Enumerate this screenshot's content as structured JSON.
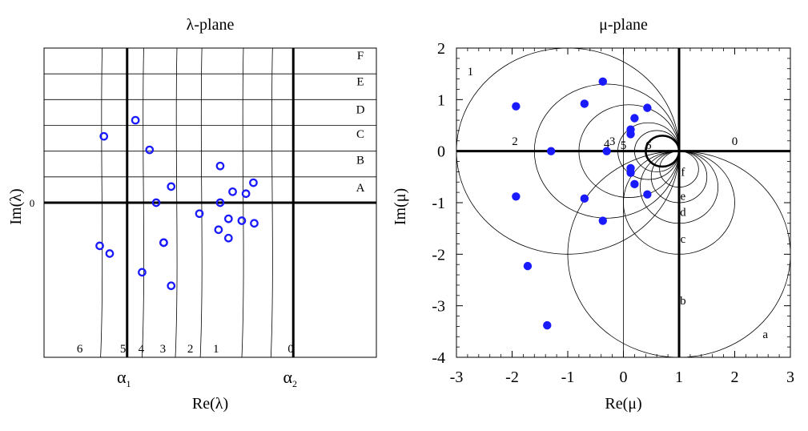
{
  "chart_data": [
    {
      "type": "scatter",
      "title": "λ-plane",
      "xlabel": "Re(λ)",
      "ylabel": "Im(λ)",
      "x_ticks": [
        {
          "label": "α",
          "sub": "1",
          "x": -1.0
        },
        {
          "label": "α",
          "sub": "2",
          "x": 1.0
        }
      ],
      "y_ticks": [
        {
          "label": "0",
          "y": 0
        }
      ],
      "xlim": [
        -2.0,
        2.0
      ],
      "ylim": [
        -2.4,
        2.4
      ],
      "grid": true,
      "horizontal_lines": [
        0.4,
        0.8,
        1.2,
        1.6,
        2.0
      ],
      "vertical_curves": [
        -1.3,
        -0.8,
        -0.4,
        -0.1,
        0.4,
        0.75
      ],
      "row_labels": [
        {
          "label": "A",
          "y": 0.15
        },
        {
          "label": "B",
          "y": 0.58
        },
        {
          "label": "C",
          "y": 0.98
        },
        {
          "label": "D",
          "y": 1.36
        },
        {
          "label": "E",
          "y": 1.8
        },
        {
          "label": "F",
          "y": 2.2
        }
      ],
      "column_labels": [
        {
          "label": "6",
          "x": -1.57
        },
        {
          "label": "5",
          "x": -1.05
        },
        {
          "label": "4",
          "x": -0.83
        },
        {
          "label": "3",
          "x": -0.57
        },
        {
          "label": "2",
          "x": -0.24
        },
        {
          "label": "1",
          "x": 0.07
        },
        {
          "label": "0",
          "x": 0.97
        }
      ],
      "series": [
        {
          "marker": "open-circle",
          "color": "#1a1aff",
          "points": [
            [
              -0.47,
              0.25
            ],
            [
              -0.56,
              -0.62
            ],
            [
              -0.73,
              0.82
            ],
            [
              -0.9,
              1.28
            ],
            [
              -1.28,
              1.03
            ],
            [
              -0.56,
              -0.62
            ],
            [
              -0.13,
              -0.17
            ],
            [
              -0.65,
              0.0
            ],
            [
              0.27,
              0.17
            ],
            [
              0.43,
              0.14
            ],
            [
              0.52,
              0.31
            ],
            [
              0.12,
              0.57
            ],
            [
              0.12,
              0.0
            ],
            [
              0.22,
              -0.55
            ],
            [
              0.1,
              -0.42
            ],
            [
              0.22,
              -0.25
            ],
            [
              0.38,
              -0.28
            ],
            [
              0.53,
              -0.32
            ],
            [
              -1.33,
              -0.67
            ],
            [
              -1.21,
              -0.79
            ],
            [
              -0.82,
              -1.08
            ],
            [
              -0.47,
              -1.29
            ]
          ]
        }
      ]
    },
    {
      "type": "scatter",
      "title": "μ-plane",
      "xlabel": "Re(μ)",
      "ylabel": "Im(μ)",
      "xlim": [
        -3,
        3
      ],
      "ylim": [
        -4,
        2
      ],
      "x_ticks": [
        "-3",
        "-2",
        "-1",
        "0",
        "1",
        "2",
        "3"
      ],
      "y_ticks": [
        "2",
        "1",
        "0",
        "-1",
        "-2",
        "-3",
        "-4"
      ],
      "grid": false,
      "region_labels": [
        {
          "label": "1",
          "x": -2.75,
          "y": 1.55
        },
        {
          "label": "2",
          "x": -1.95,
          "y": 0.2
        },
        {
          "label": "3",
          "x": -0.2,
          "y": 0.2
        },
        {
          "label": "4",
          "x": -0.3,
          "y": 0.15
        },
        {
          "label": "5",
          "x": 0.0,
          "y": 0.12
        },
        {
          "label": "6",
          "x": 0.45,
          "y": 0.12
        },
        {
          "label": "0",
          "x": 2.0,
          "y": 0.2
        },
        {
          "label": "f",
          "x": 1.07,
          "y": -0.4
        },
        {
          "label": "e",
          "x": 1.07,
          "y": -0.87
        },
        {
          "label": "d",
          "x": 1.07,
          "y": -1.18
        },
        {
          "label": "c",
          "x": 1.07,
          "y": -1.7
        },
        {
          "label": "b",
          "x": 1.07,
          "y": -2.9
        },
        {
          "label": "a",
          "x": 2.55,
          "y": -3.55
        }
      ],
      "circles": [
        {
          "cx": -1.0,
          "cy": 0.0,
          "r": 2.0
        },
        {
          "cx": -0.3,
          "cy": 0.0,
          "r": 1.3
        },
        {
          "cx": 0.1,
          "cy": 0.0,
          "r": 0.9
        },
        {
          "cx": 0.45,
          "cy": 0.0,
          "r": 0.55
        },
        {
          "cx": 0.6,
          "cy": 0.0,
          "r": 0.4
        },
        {
          "cx": 1.0,
          "cy": -2.0,
          "r": 2.0
        },
        {
          "cx": 1.0,
          "cy": -1.0,
          "r": 1.0
        },
        {
          "cx": 1.0,
          "cy": -0.7,
          "r": 0.7
        },
        {
          "cx": 1.0,
          "cy": -0.5,
          "r": 0.5
        },
        {
          "cx": 1.0,
          "cy": -0.35,
          "r": 0.35
        }
      ],
      "bold_arc": {
        "cx": 0.7,
        "cy": 0.0,
        "r": 0.3
      },
      "series": [
        {
          "marker": "filled-circle",
          "color": "#1a1aff",
          "points": [
            [
              -0.37,
              1.35
            ],
            [
              0.43,
              0.84
            ],
            [
              -0.7,
              0.92
            ],
            [
              -1.93,
              0.87
            ],
            [
              0.2,
              0.64
            ],
            [
              0.13,
              0.42
            ],
            [
              0.13,
              0.33
            ],
            [
              -1.3,
              0.0
            ],
            [
              -0.3,
              0.0
            ],
            [
              0.13,
              -0.33
            ],
            [
              0.13,
              -0.42
            ],
            [
              0.2,
              -0.64
            ],
            [
              0.43,
              -0.84
            ],
            [
              -1.93,
              -0.88
            ],
            [
              -0.7,
              -0.92
            ],
            [
              -0.37,
              -1.35
            ],
            [
              -1.72,
              -2.23
            ],
            [
              -1.37,
              -3.38
            ]
          ]
        }
      ]
    }
  ]
}
